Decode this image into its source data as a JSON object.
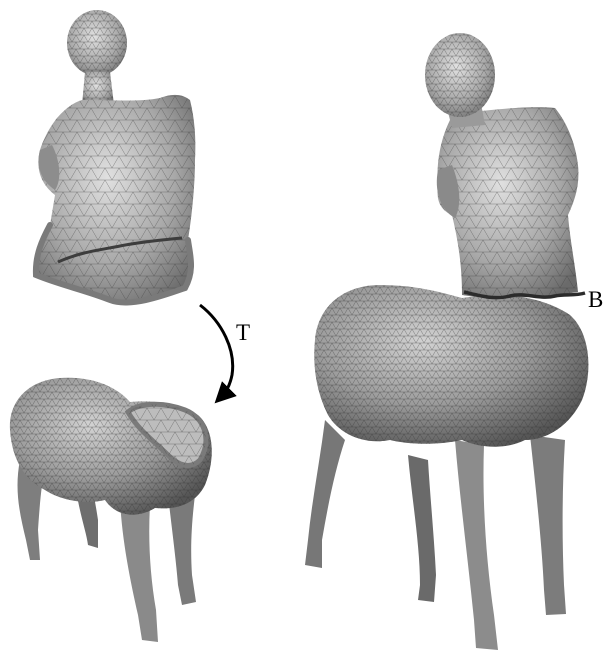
{
  "figure": {
    "labels": {
      "transform": "T",
      "boundary": "B"
    },
    "colors": {
      "mesh_fill": "#9a9a9a",
      "mesh_fill_light": "#c9c9c9",
      "mesh_fill_dark": "#5a5a5a",
      "wire": "#3a3a3a",
      "boundary_curve": "#2b2b2b",
      "boundary_rim": "#7a7a7a",
      "arrow": "#000000"
    },
    "meshes": [
      "venus-torso-mesh",
      "horse-body-mesh",
      "centaur-mesh"
    ]
  }
}
